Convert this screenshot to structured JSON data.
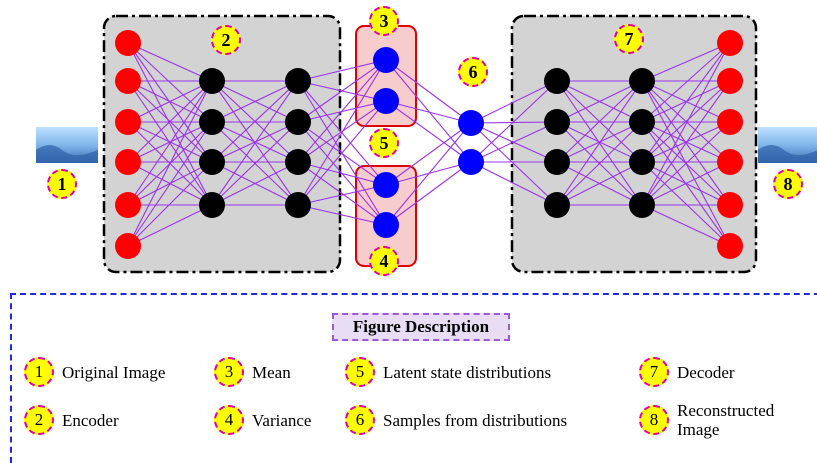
{
  "diagram": {
    "badges": [
      {
        "id": "1"
      },
      {
        "id": "2"
      },
      {
        "id": "3"
      },
      {
        "id": "4"
      },
      {
        "id": "5"
      },
      {
        "id": "6"
      },
      {
        "id": "7"
      },
      {
        "id": "8"
      }
    ]
  },
  "legend": {
    "title": "Figure Description",
    "items": [
      {
        "num": "1",
        "label": "Original Image"
      },
      {
        "num": "2",
        "label": "Encoder"
      },
      {
        "num": "3",
        "label": "Mean"
      },
      {
        "num": "4",
        "label": "Variance"
      },
      {
        "num": "5",
        "label": "Latent state distributions"
      },
      {
        "num": "6",
        "label": "Samples from distributions"
      },
      {
        "num": "7",
        "label": "Decoder"
      },
      {
        "num": "8",
        "label": "Reconstructed Image"
      }
    ]
  },
  "colors": {
    "input_node": "#ff0000",
    "hidden_node": "#000000",
    "latent_node": "#0000ff",
    "edge": "#9933ee",
    "box_fill": "#d3d3d3",
    "latent_box_fill": "#f7cccc",
    "badge_fill": "#ffff00",
    "badge_border": "#e100a8"
  }
}
